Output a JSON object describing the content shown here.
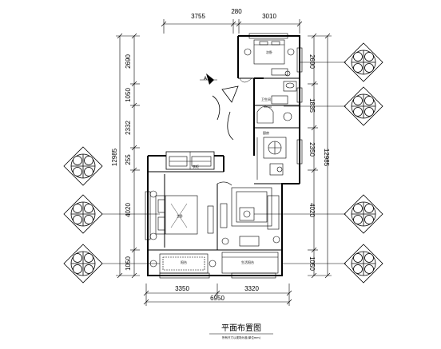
{
  "drawing": {
    "title": "平面布置图",
    "subtitle": "所有尺寸以现场为准(单位mm)"
  },
  "dimensions": {
    "top": [
      "3755",
      "280",
      "3010"
    ],
    "left": [
      "2690",
      "1050",
      "2332",
      "255",
      "4020",
      "1050"
    ],
    "left_total": "12985",
    "right": [
      "2690",
      "1835",
      "2350",
      "4020",
      "1050"
    ],
    "right_total": "12985",
    "bottom": [
      "3350",
      "3320"
    ],
    "bottom_total": "6950"
  },
  "marker": {
    "label": "A1"
  },
  "rooms": {
    "bedroom_small": "次卧",
    "bathroom": "卫生间",
    "kitchen": "厨房",
    "closet": "衣柜",
    "master_bedroom": "主卧",
    "balcony_left": "阳台",
    "balcony_right": "生活阳台"
  },
  "colors": {
    "line": "#000000",
    "background": "#ffffff"
  }
}
